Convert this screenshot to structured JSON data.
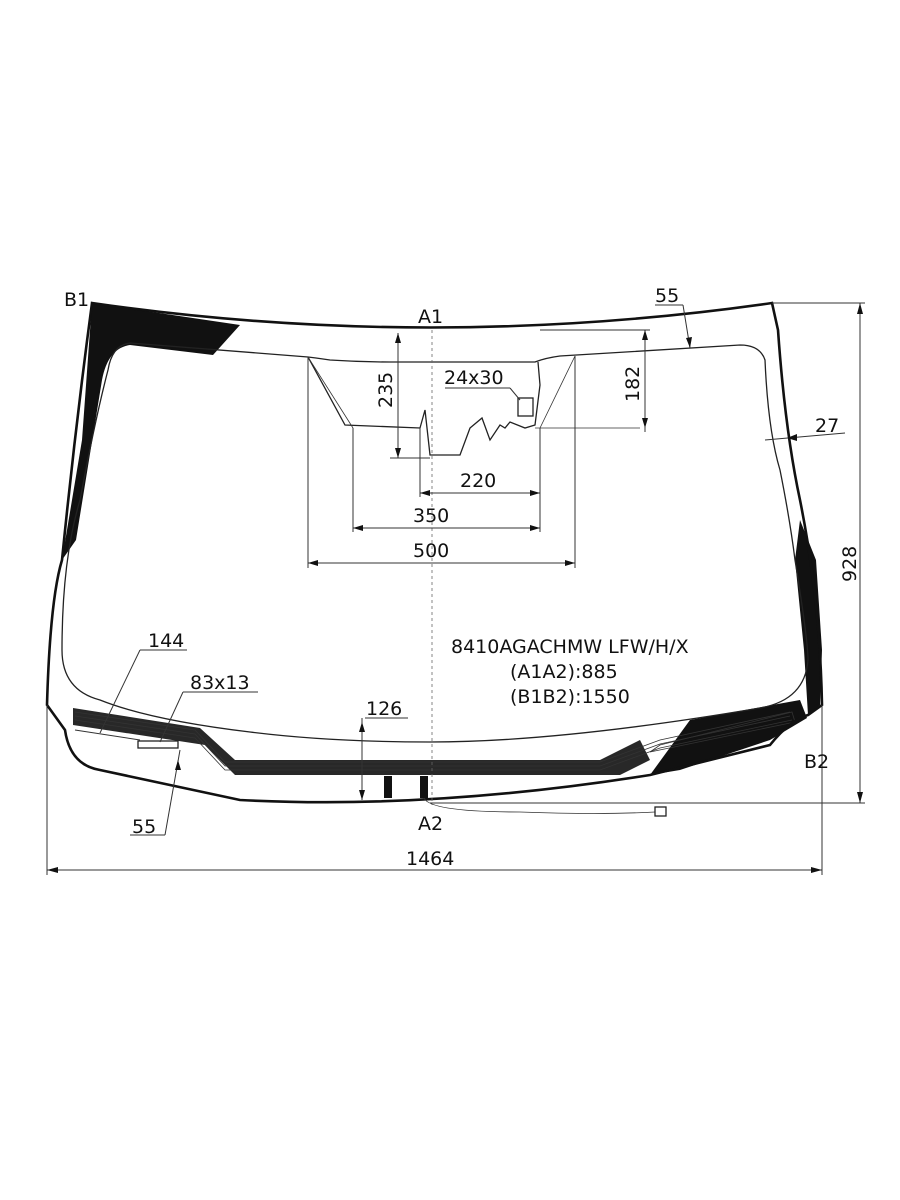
{
  "points": {
    "b1": "B1",
    "a1": "A1",
    "a2": "A2",
    "b2": "B2"
  },
  "dimensions": {
    "top_border": "55",
    "sensor_area_height": "235",
    "sensor_pad": "24x30",
    "side_height": "182",
    "side_border": "27",
    "width_220": "220",
    "width_350": "350",
    "width_500": "500",
    "total_height": "928",
    "heater_length": "144",
    "connector_pad": "83x13",
    "bottom_left": "55",
    "bottom_band": "126",
    "total_width": "1464"
  },
  "product": {
    "code": "8410AGACHMW LFW/H/X",
    "a1a2": "(A1A2):885",
    "b1b2": "(B1B2):1550"
  },
  "colors": {
    "line": "#111111",
    "background": "#ffffff"
  }
}
